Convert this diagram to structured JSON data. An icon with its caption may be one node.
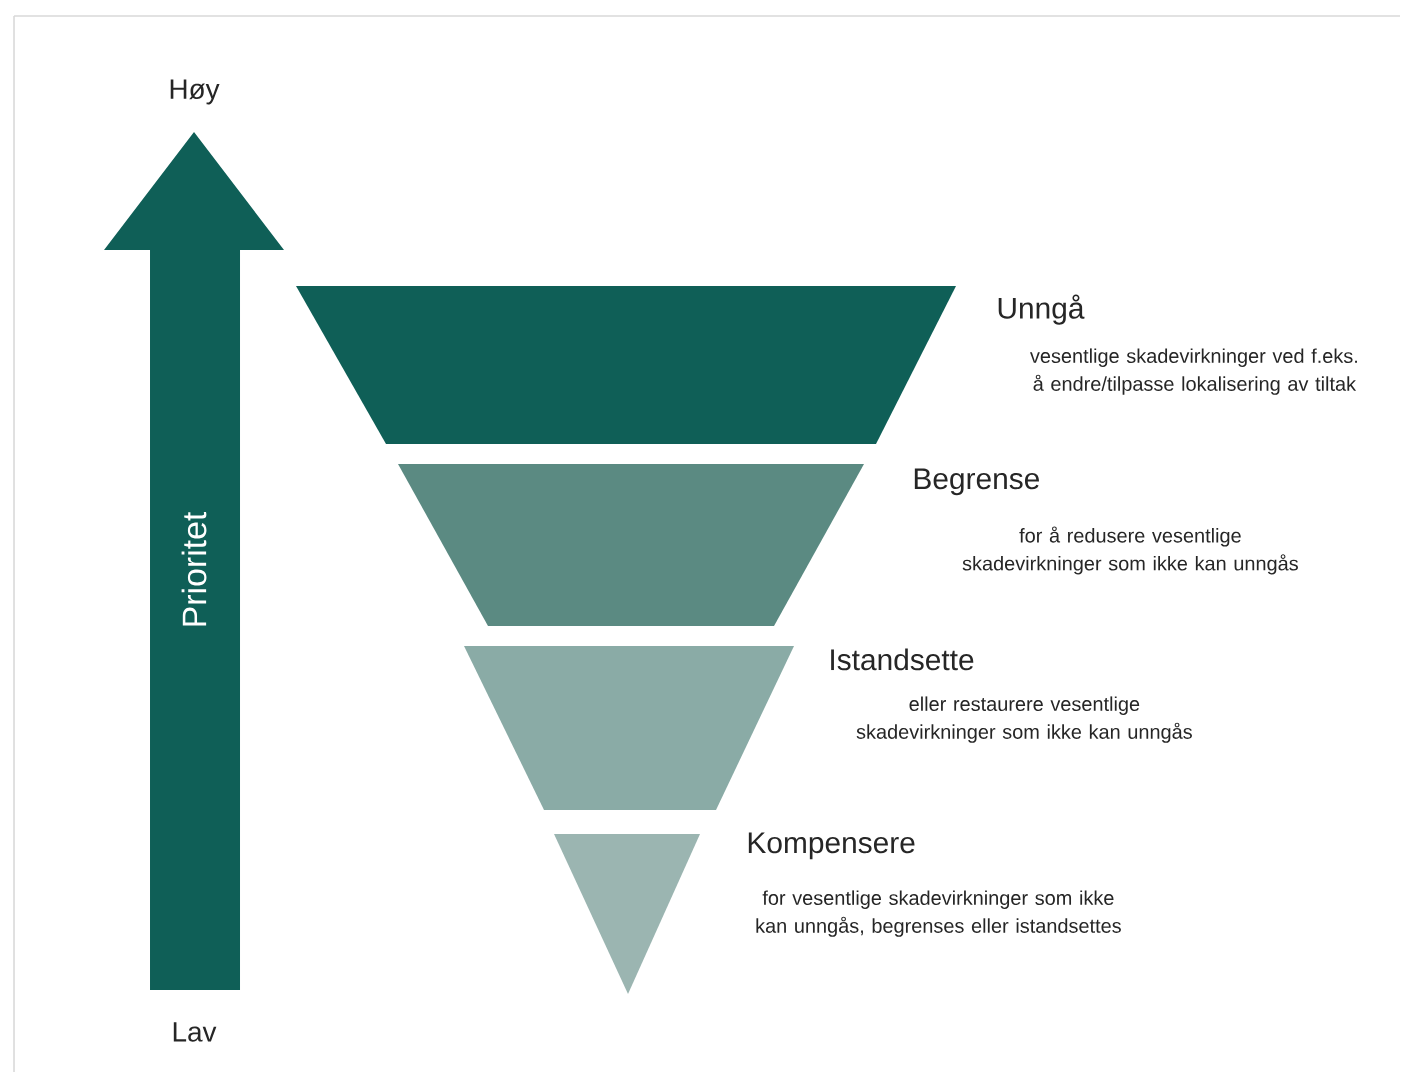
{
  "diagram": {
    "nodes": [
      {
        "text": [
          "Prioritet"
        ]
      },
      {
        "text": [],
        "shape": "trapezoid",
        "beside": [
          "Unngå",
          "vesentlige skadevirkninger ved f.eks. å endre/tilpasse lokalisering av tiltak"
        ]
      },
      {
        "text": [],
        "shape": "trapezoid",
        "beside": [
          "Begrense",
          "for å redusere vesentlige skadevirkninger som ikke kan unngås"
        ]
      },
      {
        "text": [],
        "shape": "trapezoid",
        "beside": [
          "Istandsette",
          "eller restaurere vesentlige skadevirkninger som ikke kan unngås"
        ]
      },
      {
        "text": [],
        "shape": "triangle",
        "beside": [
          "Kompensere",
          "for vesentlige skadevirkninger som ikke kan unngås, begrenses eller istandsettes"
        ]
      }
    ],
    "labels": [
      "Høy",
      "Lav"
    ]
  }
}
